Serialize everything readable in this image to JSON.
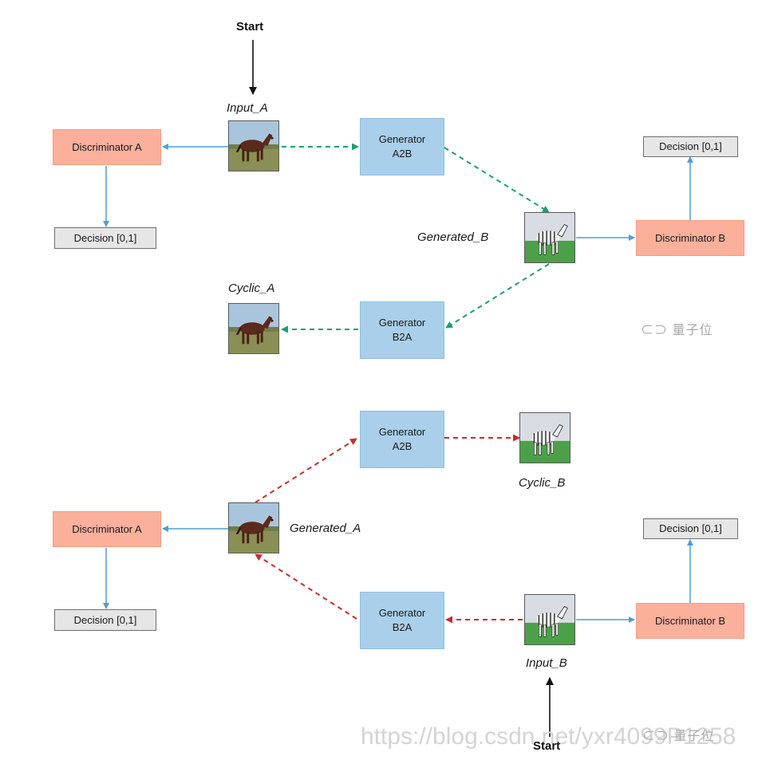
{
  "top": {
    "start_label": "Start",
    "input_a_label": "Input_A",
    "generated_b_label": "Generated_B",
    "cyclic_a_label": "Cyclic_A",
    "disc_a": "Discriminator A",
    "disc_b": "Discriminator B",
    "gen_a2b": "Generator\nA2B",
    "gen_b2a": "Generator\nB2A",
    "decision_a": "Decision [0,1]",
    "decision_b": "Decision [0,1]"
  },
  "bottom": {
    "start_label": "Start",
    "input_b_label": "Input_B",
    "generated_a_label": "Generated_A",
    "cyclic_b_label": "Cyclic_B",
    "disc_a": "Discriminator A",
    "disc_b": "Discriminator B",
    "gen_a2b": "Generator\nA2B",
    "gen_b2a": "Generator\nB2A",
    "decision_a": "Decision [0,1]",
    "decision_b": "Decision [0,1]"
  },
  "watermark_text": "量子位",
  "url_watermark": "https://blog.csdn.net/yxr4099P1258",
  "colors": {
    "discriminator": "#fbb09c",
    "generator": "#a9cfea",
    "decision": "#e6e6e6",
    "solid_arrow": "#4f9fcf",
    "top_cycle_arrow": "#1aa06e",
    "bottom_cycle_arrow": "#cc2b2b"
  }
}
